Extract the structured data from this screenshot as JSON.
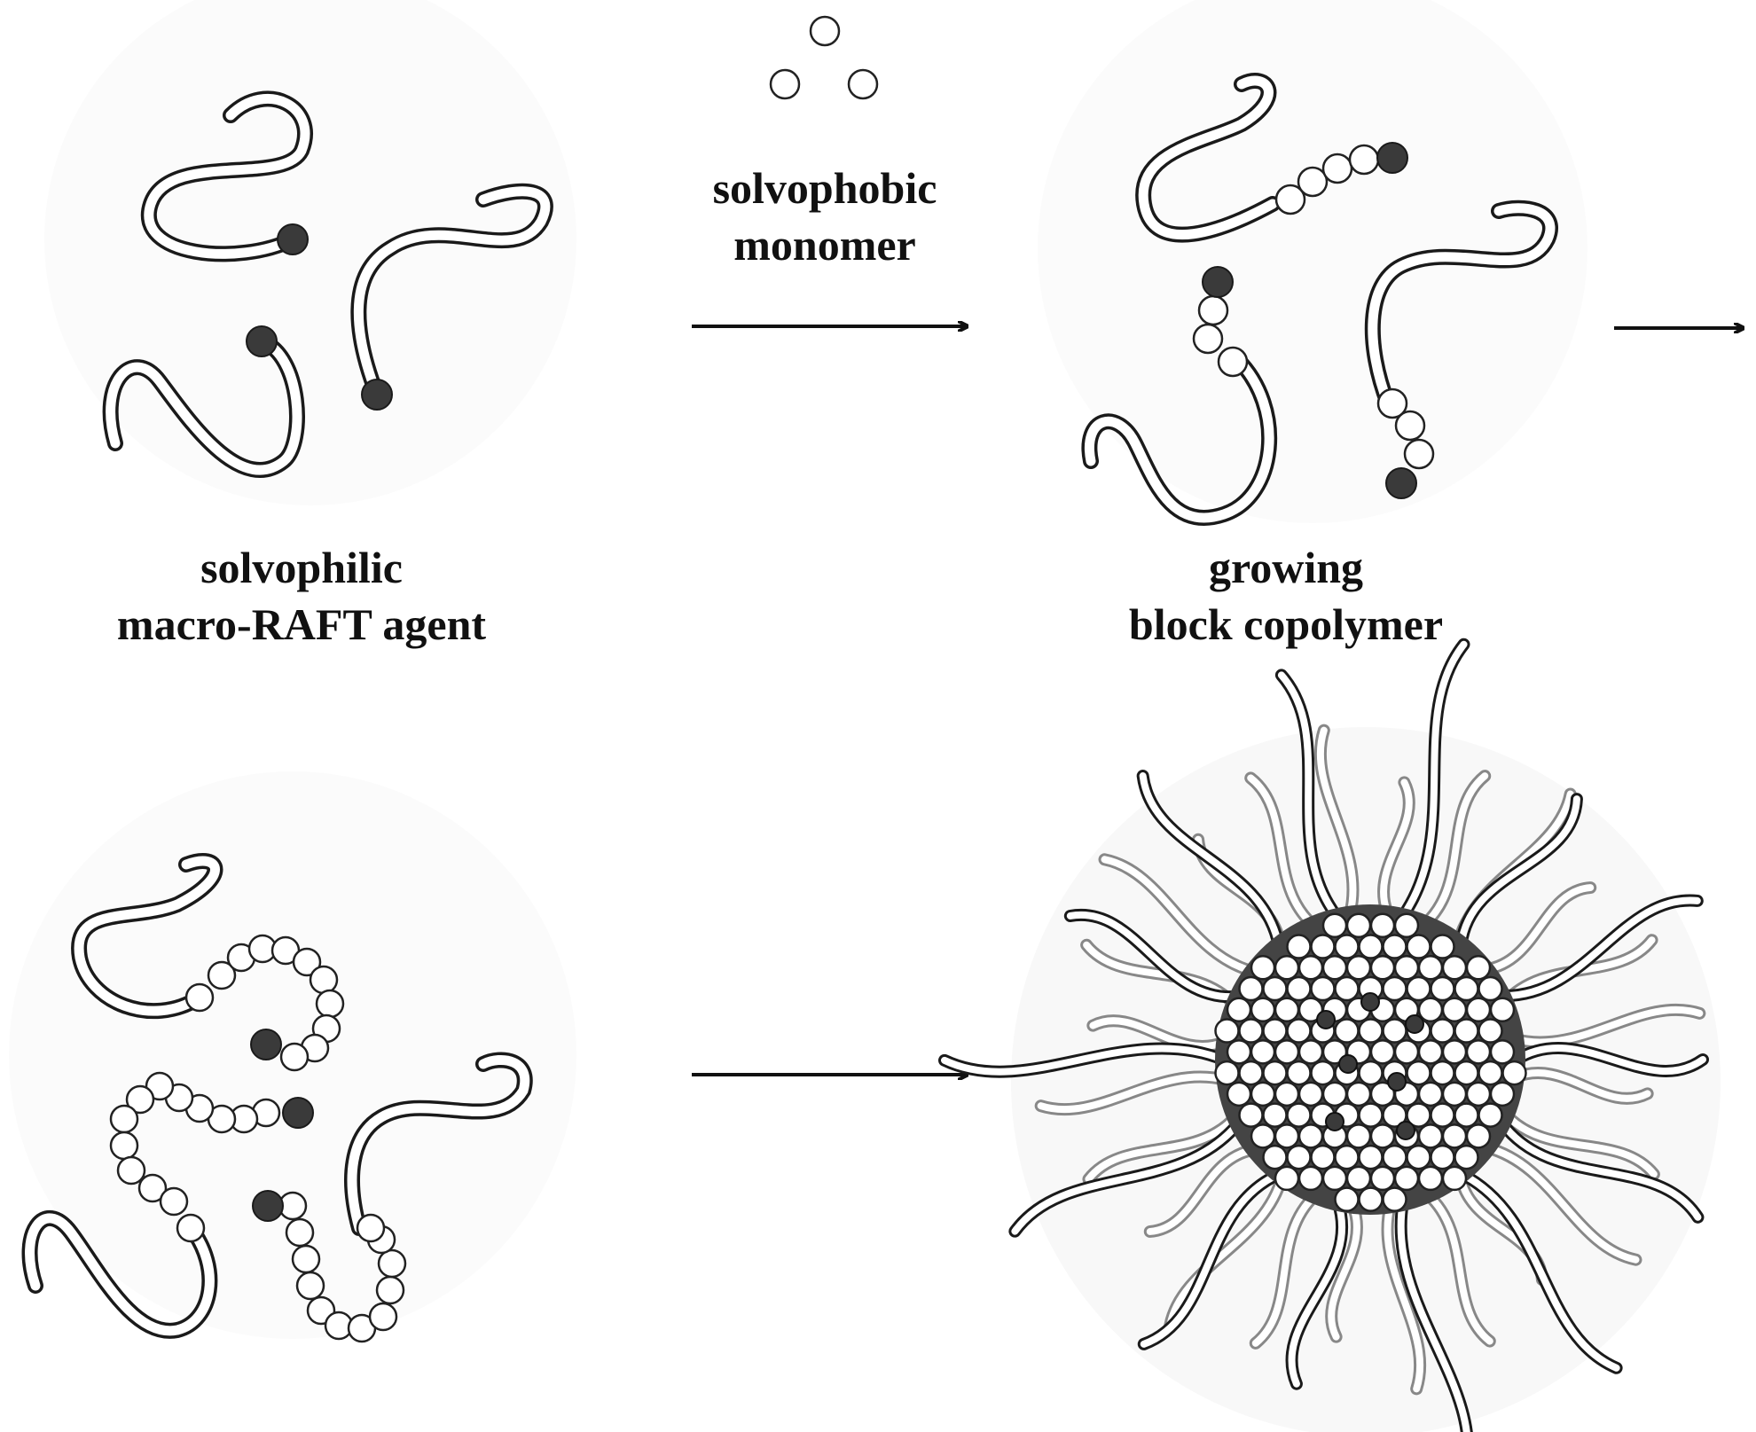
{
  "labels": {
    "monomer": {
      "line1": "solvophobic",
      "line2": "monomer"
    },
    "macro_raft": {
      "line1": "solvophilic",
      "line2": "macro-RAFT agent"
    },
    "growing": {
      "line1": "growing",
      "line2": "block copolymer"
    }
  },
  "colors": {
    "chain": "#1a1a1a",
    "chain_fill": "#ffffff",
    "raft_end_group": "#3a3a3a",
    "monomer_bead": "#ffffff",
    "text": "#111111"
  },
  "icons": {
    "arrow": "arrow-right-icon",
    "chain": "polymer-chain-icon",
    "monomer": "monomer-bead-icon",
    "end_group": "raft-end-group-icon",
    "micelle": "micelle-icon"
  }
}
